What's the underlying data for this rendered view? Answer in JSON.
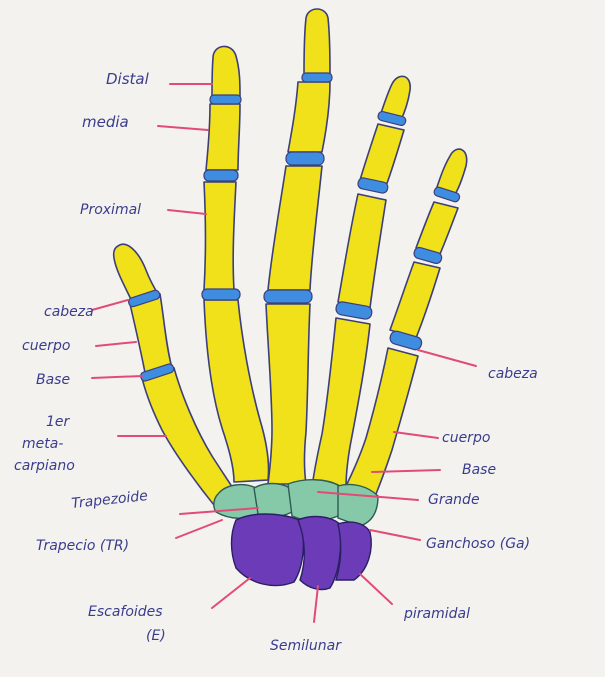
{
  "labels": {
    "distal": "Distal",
    "media": "media",
    "proximal": "Proximal",
    "cabeza_left": "cabeza",
    "cuerpo_left": "cuerpo",
    "base_left": "Base",
    "metacarpiano": [
      "1er",
      "meta-",
      "carpiano"
    ],
    "trapezoide": "Trapezoide",
    "trapecio": "Trapecio (TR)",
    "escafoides": [
      "Escafoides",
      "(E)"
    ],
    "semilunar": "Semilunar",
    "piramidal": "piramidal",
    "ganchoso": "Ganchoso (Ga)",
    "grande": "Grande",
    "base_right": "Base",
    "cuerpo_right": "cuerpo",
    "cabeza_right": "cabeza"
  },
  "colors": {
    "bone": "#f0e11a",
    "joint": "#3f8de0",
    "carpal_distal": "#86c9a9",
    "carpal_proximal": "#6b3bb8",
    "leader_line": "#e24b76",
    "text": "#3a3d8c"
  }
}
